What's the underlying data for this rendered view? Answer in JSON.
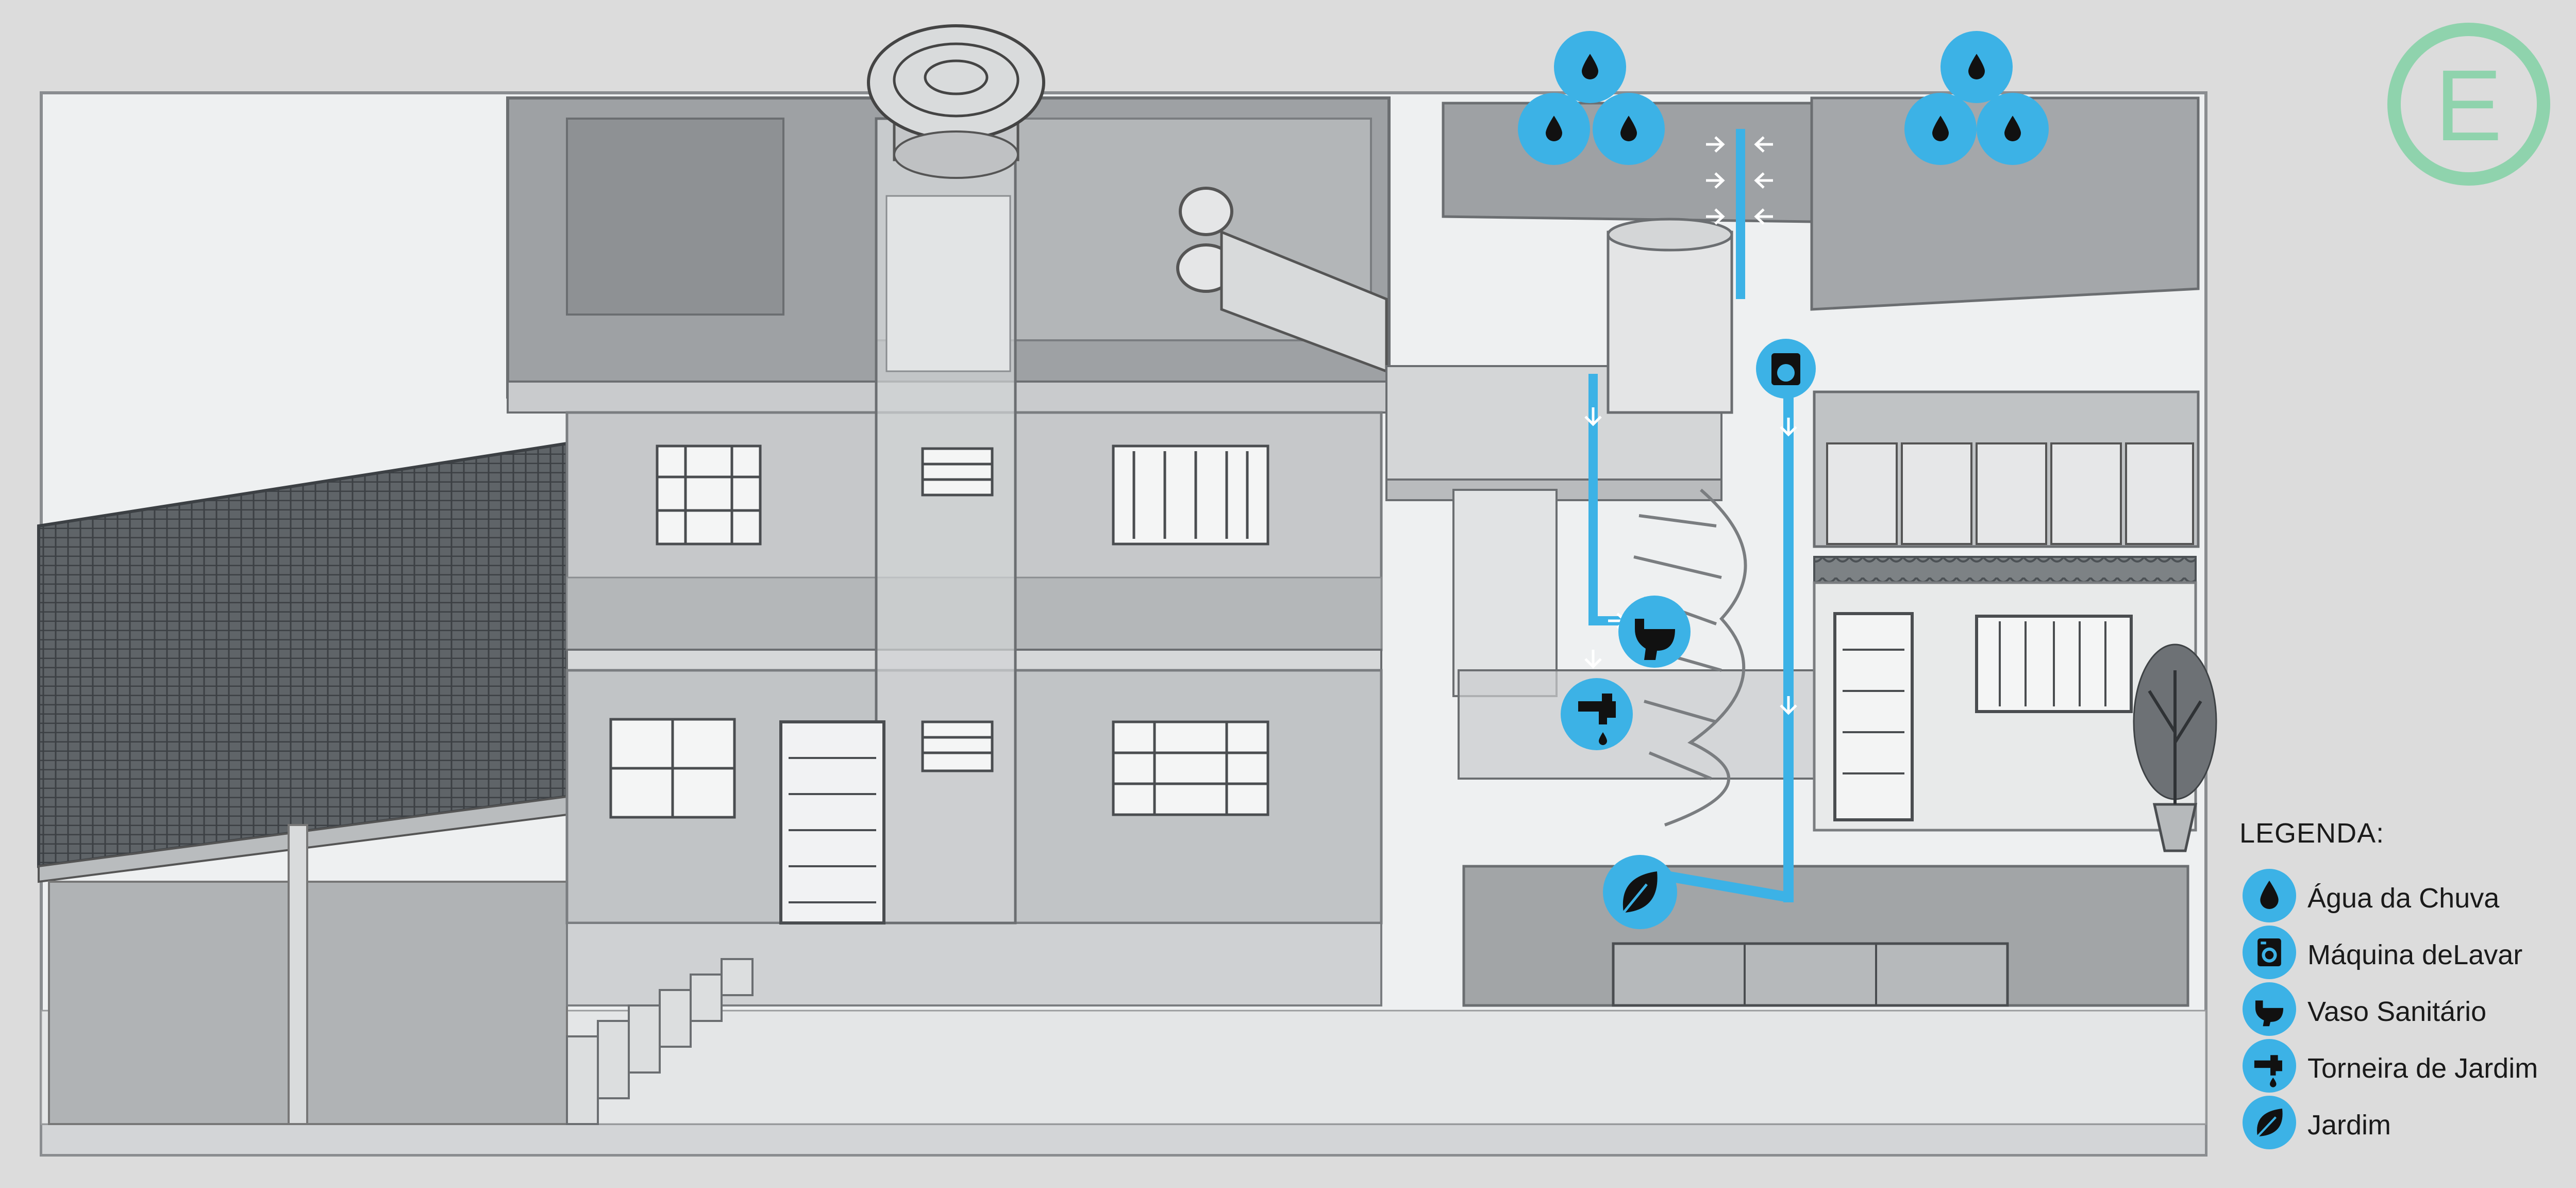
{
  "section_mark": {
    "letter": "E",
    "color": "#8fd3ad"
  },
  "colors": {
    "accent": "#3cb2e6",
    "icon_fill": "#1a1a1a",
    "building_gray": "#a9acae"
  },
  "legend": {
    "title": "LEGENDA:",
    "items": [
      {
        "icon": "water-drop-icon",
        "label": "Água da Chuva"
      },
      {
        "icon": "washing-machine-icon",
        "label": "Máquina deLavar"
      },
      {
        "icon": "toilet-icon",
        "label": "Vaso Sanitário"
      },
      {
        "icon": "garden-tap-icon",
        "label": "Torneira de Jardim"
      },
      {
        "icon": "leaf-icon",
        "label": "Jardim"
      }
    ]
  }
}
